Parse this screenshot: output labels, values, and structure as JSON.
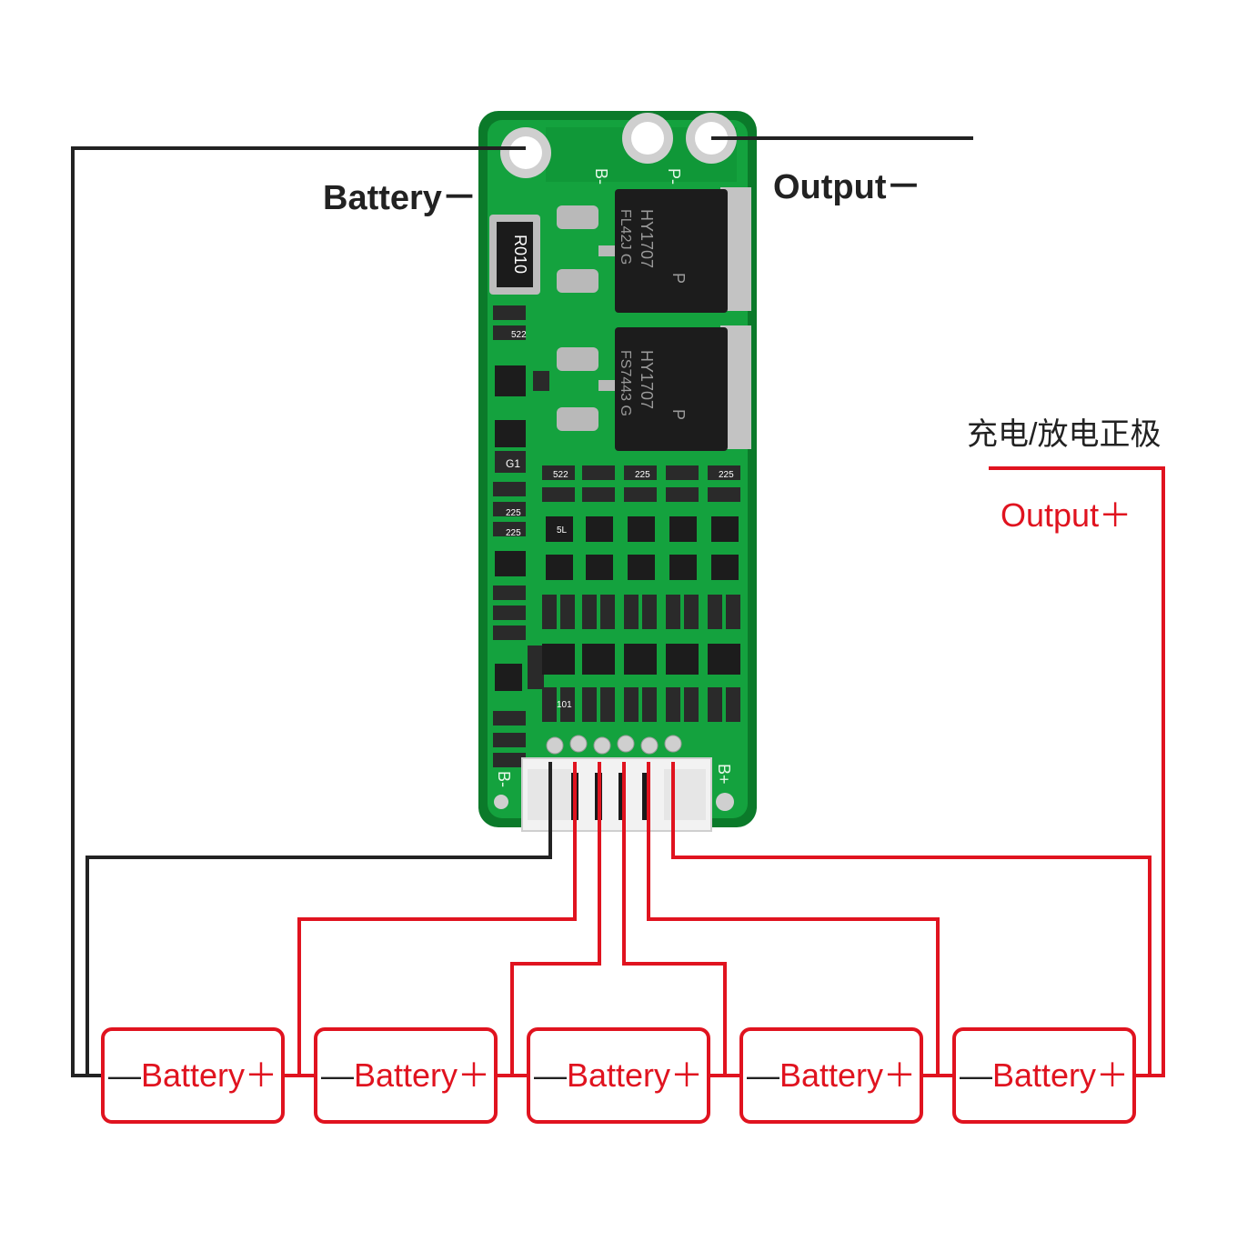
{
  "labels": {
    "battery_neg": "Battery－",
    "output_neg": "Output－",
    "output_pos": "Output＋",
    "cn_note": "充电/放电正极"
  },
  "pcb": {
    "pads": {
      "b_minus": "B-",
      "p_minus": "P-"
    },
    "connector": {
      "b_minus": "B-",
      "b_plus": "B+"
    },
    "shunt": "R010",
    "mosfets": [
      {
        "line1": "HY1707",
        "line2": "FL42J G",
        "mark": "P"
      },
      {
        "line1": "HY1707",
        "line2": "FS7443 G",
        "mark": "P"
      }
    ],
    "resistor_codes": [
      "225",
      "522",
      "101",
      "G1",
      "5L"
    ]
  },
  "cells": [
    {
      "neg": "—",
      "label": "Battery",
      "pos": "＋"
    },
    {
      "neg": "—",
      "label": "Battery",
      "pos": "＋"
    },
    {
      "neg": "—",
      "label": "Battery",
      "pos": "＋"
    },
    {
      "neg": "—",
      "label": "Battery",
      "pos": "＋"
    },
    {
      "neg": "—",
      "label": "Battery",
      "pos": "＋"
    }
  ],
  "colors": {
    "wire_red": "#e0131f",
    "wire_black": "#222222",
    "pcb_green": "#12a03c",
    "pcb_dark": "#0b7a2a"
  }
}
